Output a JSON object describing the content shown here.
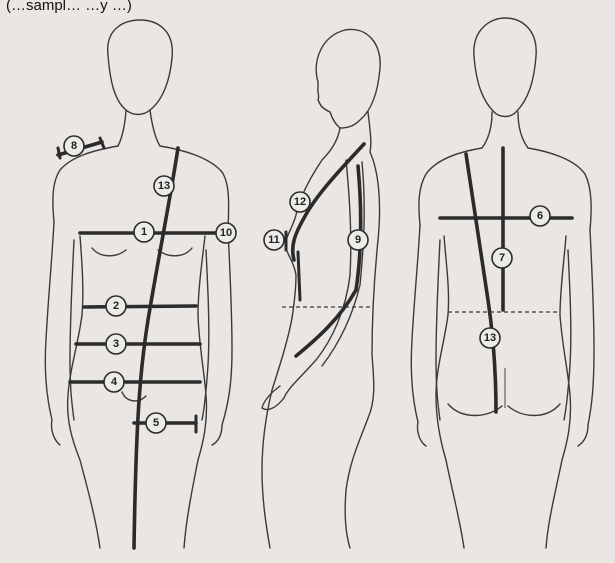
{
  "header_fragment": "(…sampl…                                                    …y …)",
  "figures": [
    "front-view",
    "side-view",
    "back-view"
  ],
  "markers": [
    {
      "id": "m8",
      "label": "8",
      "view": "front"
    },
    {
      "id": "m13a",
      "label": "13",
      "view": "front"
    },
    {
      "id": "m1",
      "label": "1",
      "view": "front"
    },
    {
      "id": "m10",
      "label": "10",
      "view": "front"
    },
    {
      "id": "m2",
      "label": "2",
      "view": "front"
    },
    {
      "id": "m3",
      "label": "3",
      "view": "front"
    },
    {
      "id": "m4",
      "label": "4",
      "view": "front"
    },
    {
      "id": "m5",
      "label": "5",
      "view": "front"
    },
    {
      "id": "m12",
      "label": "12",
      "view": "side"
    },
    {
      "id": "m11",
      "label": "11",
      "view": "side"
    },
    {
      "id": "m9",
      "label": "9",
      "view": "side"
    },
    {
      "id": "m6",
      "label": "6",
      "view": "back"
    },
    {
      "id": "m7",
      "label": "7",
      "view": "back"
    },
    {
      "id": "m13b",
      "label": "13",
      "view": "back"
    }
  ]
}
